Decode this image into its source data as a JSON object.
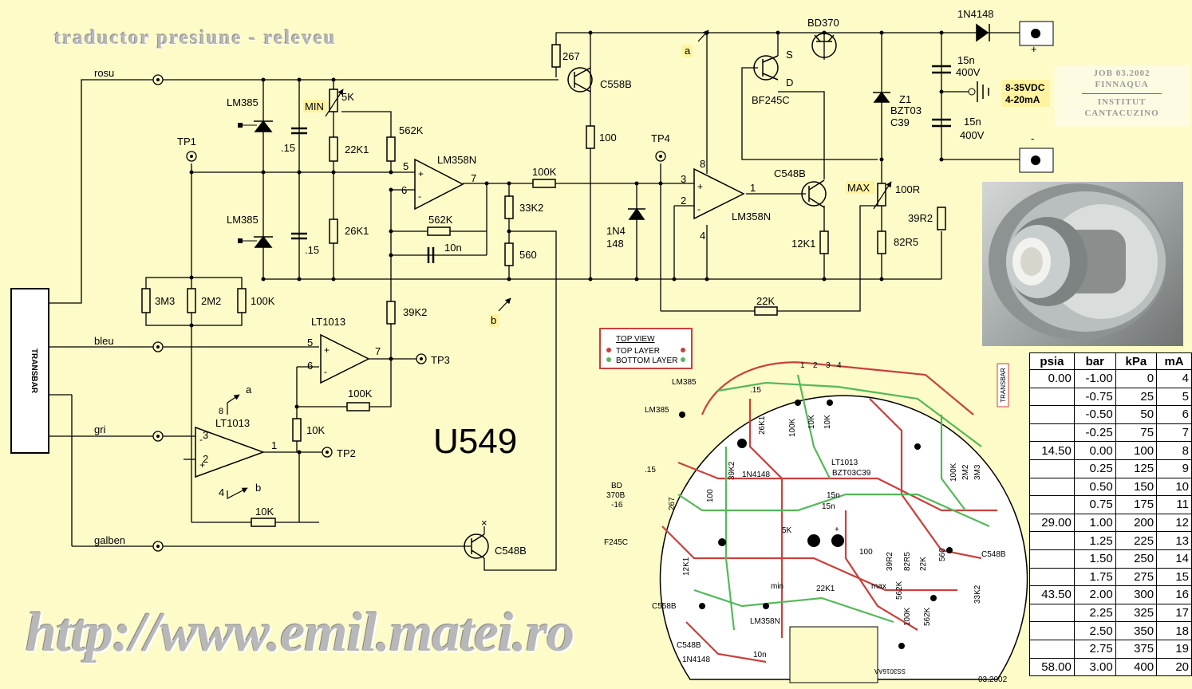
{
  "title": "traductor presiune - releveu",
  "website": "http://www.emil.matei.ro",
  "board_code": "U549",
  "credits": {
    "job": "JOB 03.2002",
    "company": "FINNAQUA",
    "institute_line1": "INSTITUT",
    "institute_line2": "CANTACUZINO"
  },
  "wires": {
    "rosu": "rosu",
    "bleu": "bleu",
    "gri": "gri",
    "galben": "galben",
    "connector": "TRANSBAR"
  },
  "parts": {
    "lm385_top": "LM385",
    "lm385_bot": "LM385",
    "cap1": ".15",
    "cap2": ".15",
    "min_label": "MIN",
    "pot_5k": "5K",
    "r_22k1": "22K1",
    "r_26k1": "26K1",
    "r_562k_a": "562K",
    "r_562k_b": "562K",
    "op1": "LM358N",
    "cap_10n": "10n",
    "r_100k_a": "100K",
    "r_33k2": "33K2",
    "r_560": "560",
    "r_267": "267",
    "q_c558b": "C558B",
    "r_100": "100",
    "d_1n4_a": "1N4",
    "d_1n4_b": "148",
    "q_bd370": "BD370",
    "fet_bf245c": "BF245C",
    "fet_s": "S",
    "fet_d": "D",
    "zener_z1": "Z1",
    "zener_bzt03": "BZT03",
    "zener_c39": "C39",
    "d_1n4148": "1N4148",
    "cap_15n_a": "15n",
    "cap_400v_a": "400V",
    "cap_15n_b": "15n",
    "cap_400v_b": "400V",
    "supply_v": "8-35VDC",
    "supply_i": "4-20mA",
    "plus": "+",
    "minus": "-",
    "op2": "LM358N",
    "q_c548b_a": "C548B",
    "max_label": "MAX",
    "pot_100r": "100R",
    "r_39r2": "39R2",
    "r_12k1": "12K1",
    "r_82r5": "82R5",
    "r_22k": "22K",
    "r_3m3": "3M3",
    "r_2m2": "2M2",
    "r_100k_b": "100K",
    "op3": "LT1013",
    "r_39k2": "39K2",
    "r_100k_c": "100K",
    "r_10k_a": "10K",
    "op4": "LT1013",
    "r_10k_b": "10K",
    "q_c548b_b": "C548B",
    "tp1": "TP1",
    "tp2": "TP2",
    "tp3": "TP3",
    "tp4": "TP4",
    "node_a1": "a",
    "node_a2": "a",
    "node_b1": "b",
    "node_b2": "b",
    "x_mark": "×",
    "pin_5a": "5",
    "pin_6a": "6",
    "pin_7a": "7",
    "pin_3b": "3",
    "pin_2b": "2",
    "pin_8b": "8",
    "pin_4b": "4",
    "pin_1b": "1",
    "pin_5c": "5",
    "pin_6c": "6",
    "pin_7c": "7",
    "pin_3d": "3",
    "pin_2d": "2",
    "pin_8d": "8",
    "pin_4d": "4",
    "pin_1d": "1"
  },
  "pcb": {
    "legend_title": "TOP VIEW",
    "legend_top": "TOP LAYER",
    "legend_bottom": "BOTTOM LAYER",
    "layer_colors": {
      "top": "#c8413c",
      "bottom": "#55b85a"
    },
    "date": "03.2002",
    "board_id": "SS3016AA",
    "labels": {
      "lm385_a": "LM385",
      "lm385_b": "LM385",
      "c15_a": ".15",
      "c15_b": ".15",
      "bd": "BD",
      "bd370b": "370B",
      "bd16": "-16",
      "f245c": "F245C",
      "c558b": "C558B",
      "c548b_a": "C548B",
      "c548b_b": "C548B",
      "n4148": "1N4148",
      "lt1013": "LT1013",
      "bzt": "BZT03C39",
      "in4148": "1N4148",
      "r26k1": "26K1",
      "r100k_a": "100K",
      "r10k_a": "10K",
      "r10k_b": "10K",
      "r39k2": "39K2",
      "r267": "267",
      "r100": "100",
      "r12k1": "12K1",
      "c15n_a": "15n",
      "c15n_b": "15n",
      "r5k": "5K",
      "plus": "+",
      "r100b": "100",
      "r39r2": "39R2",
      "r82r5": "82R5",
      "r22k": "22K",
      "r560": "560",
      "min": "min",
      "max": "max",
      "r22k1": "22K1",
      "r562k_a": "562K",
      "r562k_b": "562K",
      "r100k_b": "100K",
      "r33k2": "33K2",
      "lm358n": "LM358N",
      "c10n": "10n",
      "r100k_c": "100K",
      "r2m2": "2M2",
      "r3m3": "3M3",
      "transbar": "TRANSBAR",
      "pin1": "1",
      "pin2": "2",
      "pin3": "3",
      "pin4": "4"
    }
  },
  "table": {
    "headers": [
      "psia",
      "bar",
      "kPa",
      "mA"
    ],
    "rows": [
      [
        "0.00",
        "-1.00",
        "0",
        "4"
      ],
      [
        "",
        "-0.75",
        "25",
        "5"
      ],
      [
        "",
        "-0.50",
        "50",
        "6"
      ],
      [
        "",
        "-0.25",
        "75",
        "7"
      ],
      [
        "14.50",
        "0.00",
        "100",
        "8"
      ],
      [
        "",
        "0.25",
        "125",
        "9"
      ],
      [
        "",
        "0.50",
        "150",
        "10"
      ],
      [
        "",
        "0.75",
        "175",
        "11"
      ],
      [
        "29.00",
        "1.00",
        "200",
        "12"
      ],
      [
        "",
        "1.25",
        "225",
        "13"
      ],
      [
        "",
        "1.50",
        "250",
        "14"
      ],
      [
        "",
        "1.75",
        "275",
        "15"
      ],
      [
        "43.50",
        "2.00",
        "300",
        "16"
      ],
      [
        "",
        "2.25",
        "325",
        "17"
      ],
      [
        "",
        "2.50",
        "350",
        "18"
      ],
      [
        "",
        "2.75",
        "375",
        "19"
      ],
      [
        "58.00",
        "3.00",
        "400",
        "20"
      ]
    ]
  },
  "colors": {
    "background": "#fdfbc8",
    "wire": "#000000",
    "watermark": "#b8b8b8",
    "legend_border": "#c8413c"
  }
}
